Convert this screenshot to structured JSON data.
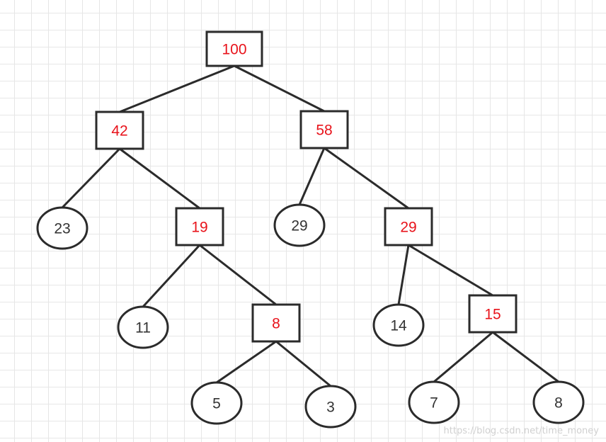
{
  "tree": {
    "nodes": [
      {
        "id": "n100",
        "value": "100",
        "kind": "internal"
      },
      {
        "id": "n42",
        "value": "42",
        "kind": "internal"
      },
      {
        "id": "n58",
        "value": "58",
        "kind": "internal"
      },
      {
        "id": "n23",
        "value": "23",
        "kind": "leaf"
      },
      {
        "id": "n19",
        "value": "19",
        "kind": "internal"
      },
      {
        "id": "n29a",
        "value": "29",
        "kind": "leaf"
      },
      {
        "id": "n29b",
        "value": "29",
        "kind": "internal"
      },
      {
        "id": "n11",
        "value": "11",
        "kind": "leaf"
      },
      {
        "id": "n8a",
        "value": "8",
        "kind": "internal"
      },
      {
        "id": "n14",
        "value": "14",
        "kind": "leaf"
      },
      {
        "id": "n15",
        "value": "15",
        "kind": "internal"
      },
      {
        "id": "n5",
        "value": "5",
        "kind": "leaf"
      },
      {
        "id": "n3",
        "value": "3",
        "kind": "leaf"
      },
      {
        "id": "n7",
        "value": "7",
        "kind": "leaf"
      },
      {
        "id": "n8b",
        "value": "8",
        "kind": "leaf"
      }
    ],
    "edges": [
      [
        "n100",
        "n42"
      ],
      [
        "n100",
        "n58"
      ],
      [
        "n42",
        "n23"
      ],
      [
        "n42",
        "n19"
      ],
      [
        "n58",
        "n29a"
      ],
      [
        "n58",
        "n29b"
      ],
      [
        "n19",
        "n11"
      ],
      [
        "n19",
        "n8a"
      ],
      [
        "n29b",
        "n14"
      ],
      [
        "n29b",
        "n15"
      ],
      [
        "n8a",
        "n5"
      ],
      [
        "n8a",
        "n3"
      ],
      [
        "n15",
        "n7"
      ],
      [
        "n15",
        "n8b"
      ]
    ]
  },
  "colors": {
    "internal_label": "#e8131b",
    "leaf_label": "#333333",
    "stroke": "#2b2b2b"
  },
  "watermark": "https://blog.csdn.net/time_money"
}
